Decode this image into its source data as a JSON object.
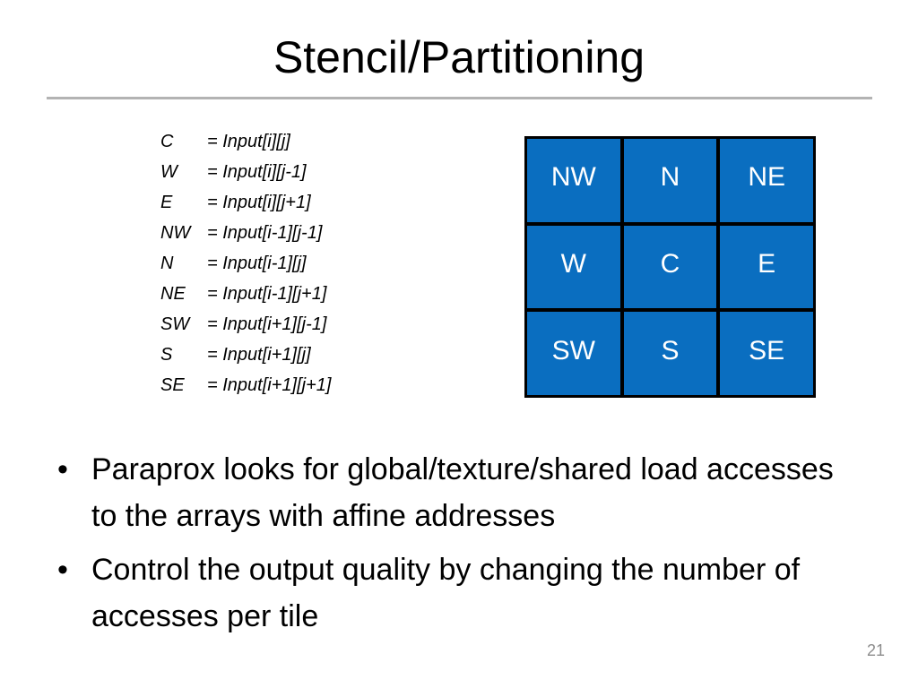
{
  "slide": {
    "title": "Stencil/Partitioning",
    "page_number": "21"
  },
  "definitions": [
    {
      "name": "C",
      "expr": "= Input[i][j]"
    },
    {
      "name": "W",
      "expr": "= Input[i][j-1]"
    },
    {
      "name": "E",
      "expr": "= Input[i][j+1]"
    },
    {
      "name": "NW",
      "expr": "= Input[i-1][j-1]"
    },
    {
      "name": "N",
      "expr": "= Input[i-1][j]"
    },
    {
      "name": "NE",
      "expr": "= Input[i-1][j+1]"
    },
    {
      "name": "SW",
      "expr": "= Input[i+1][j-1]"
    },
    {
      "name": "S",
      "expr": "= Input[i+1][j]"
    },
    {
      "name": "SE",
      "expr": "= Input[i+1][j+1]"
    }
  ],
  "grid": {
    "cells": [
      "NW",
      "N",
      "NE",
      "W",
      "C",
      "E",
      "SW",
      "S",
      "SE"
    ],
    "cell_color": "#0a6ec0",
    "border_color": "#000000",
    "text_color": "#ffffff"
  },
  "bullets": [
    {
      "marker": "•",
      "text": "Paraprox looks for global/texture/shared load accesses to the arrays with affine addresses"
    },
    {
      "marker": "•",
      "text": "Control the output quality by changing the number of accesses per tile"
    }
  ]
}
